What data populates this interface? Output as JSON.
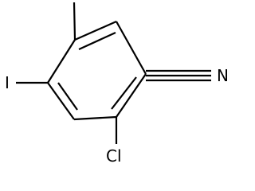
{
  "molecule": {
    "atoms": {
      "iodine": "I",
      "nitrogen": "N",
      "chlorine": "Cl"
    }
  }
}
